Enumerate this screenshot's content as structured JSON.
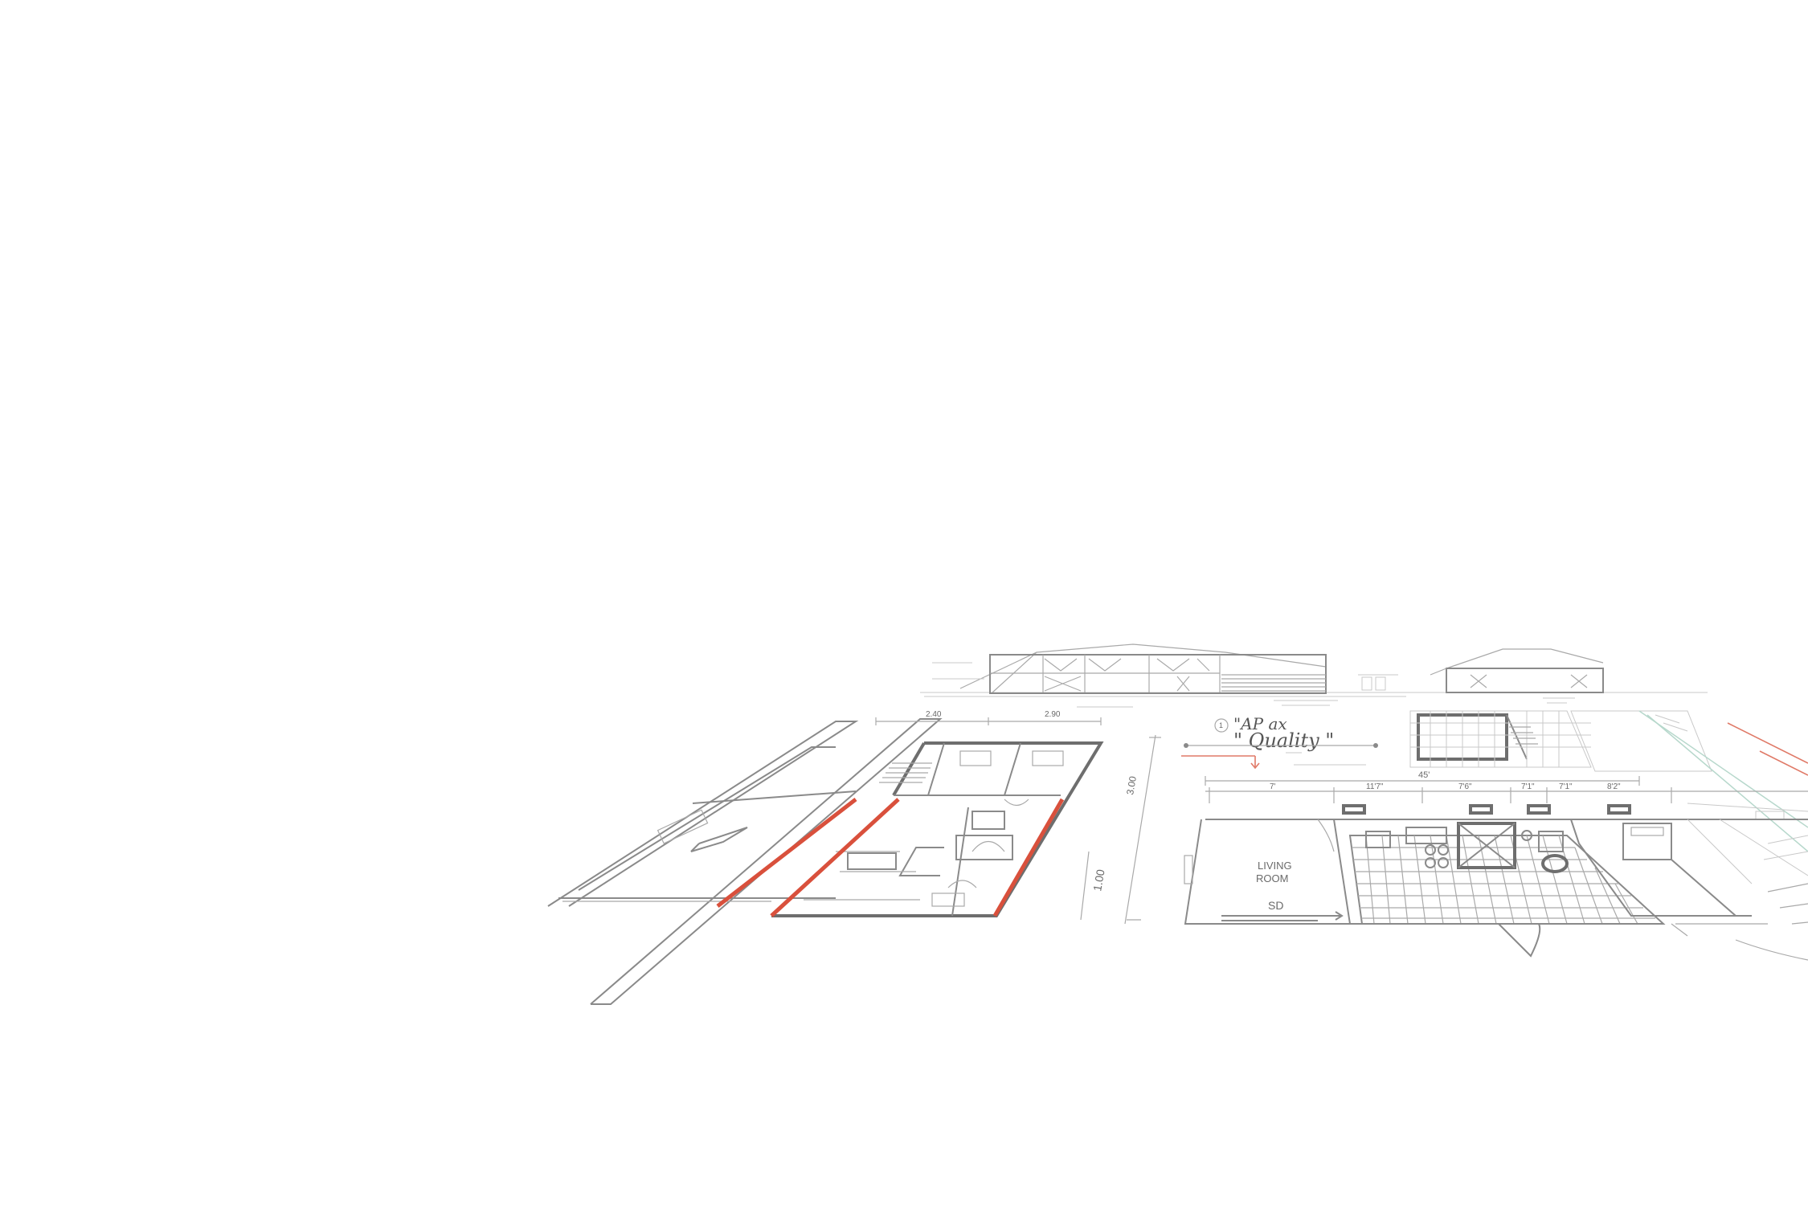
{
  "image": {
    "background_color": "#ffffff",
    "line_color": "#8a8a8a",
    "accent_color": "#d9503c"
  },
  "labels": {
    "room_name_line1": "LIVING",
    "room_name_line2": "ROOM",
    "door_code": "SD",
    "dimension_height_1": "3.00",
    "dimension_height_2": "1.00",
    "dimension_left_1": "2.40",
    "dimension_left_2": "2.90",
    "dimension_overall": "45'",
    "dim_segment_1": "7'",
    "dim_segment_2": "11'7\"",
    "dim_segment_3": "7'6\"",
    "dim_segment_4": "7'1\"",
    "dim_segment_5": "7'1\"",
    "dim_segment_6": "8'2\"",
    "note_number": "1",
    "handwritten_line1": "\"AP ax",
    "handwritten_line2": "\" Quality \""
  }
}
